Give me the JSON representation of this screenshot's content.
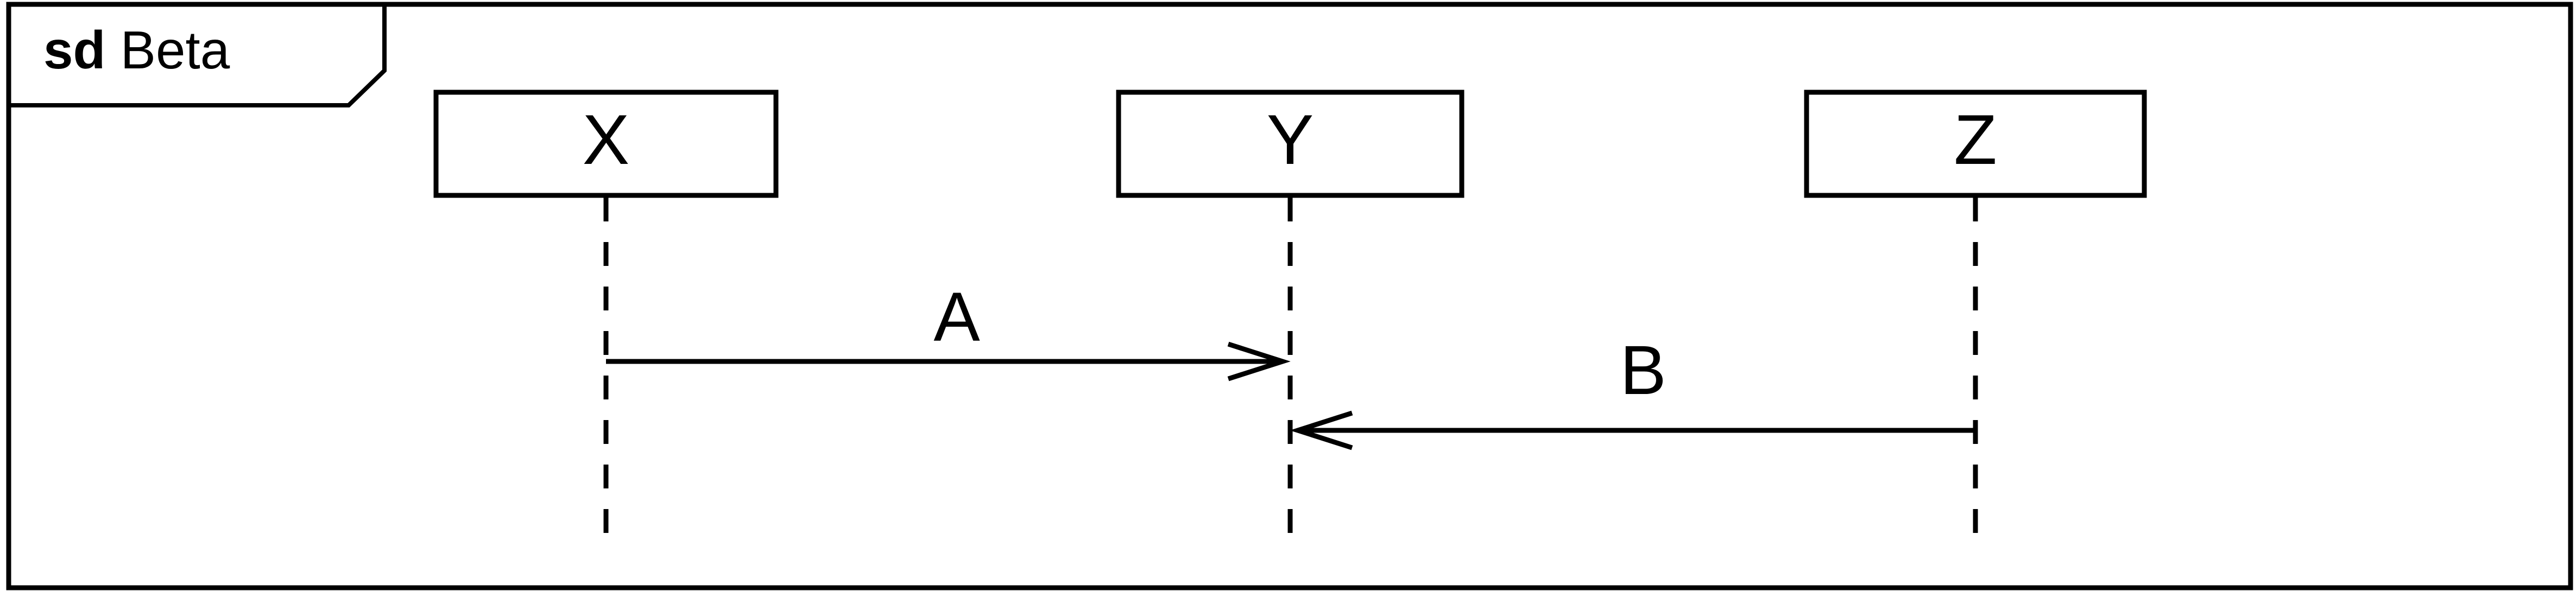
{
  "frame": {
    "keyword": "sd",
    "name": "Beta"
  },
  "participants": [
    {
      "id": "x",
      "label": "X"
    },
    {
      "id": "y",
      "label": "Y"
    },
    {
      "id": "z",
      "label": "Z"
    }
  ],
  "messages": [
    {
      "id": "a",
      "label": "A",
      "from": "X",
      "to": "Y"
    },
    {
      "id": "b",
      "label": "B",
      "from": "Z",
      "to": "Y"
    }
  ]
}
